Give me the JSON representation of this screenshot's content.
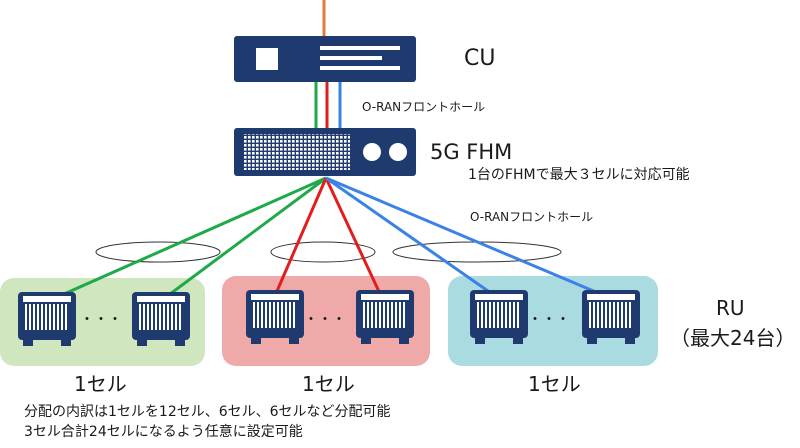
{
  "cu": {
    "label": "CU"
  },
  "fronthaul_top": {
    "label": "O-RANフロントホール"
  },
  "fhm": {
    "label": "5G FHM",
    "note": "1台のFHMで最大３セルに対応可能"
  },
  "fronthaul_mid": {
    "label": "O-RANフロントホール"
  },
  "ru": {
    "label": "RU",
    "max": "（最大24台）"
  },
  "cells": [
    {
      "label": "1セル",
      "dots": "・・・"
    },
    {
      "label": "1セル",
      "dots": "・・・"
    },
    {
      "label": "1セル",
      "dots": "・・・"
    }
  ],
  "notes": [
    "分配の内訳は1セルを12セル、6セル、6セルなど分配可能",
    "3セル合計24セルになるよう任意に設定可能"
  ],
  "colors": {
    "equipment": "#1f3a6e",
    "uplink": "#e07b39",
    "green": "#1faa4a",
    "red": "#e11d1d",
    "blue": "#3b82e6",
    "cell_green_bg": "#cfe6bf",
    "cell_red_bg": "#f0a9a9",
    "cell_blue_bg": "#a9dbe0"
  }
}
